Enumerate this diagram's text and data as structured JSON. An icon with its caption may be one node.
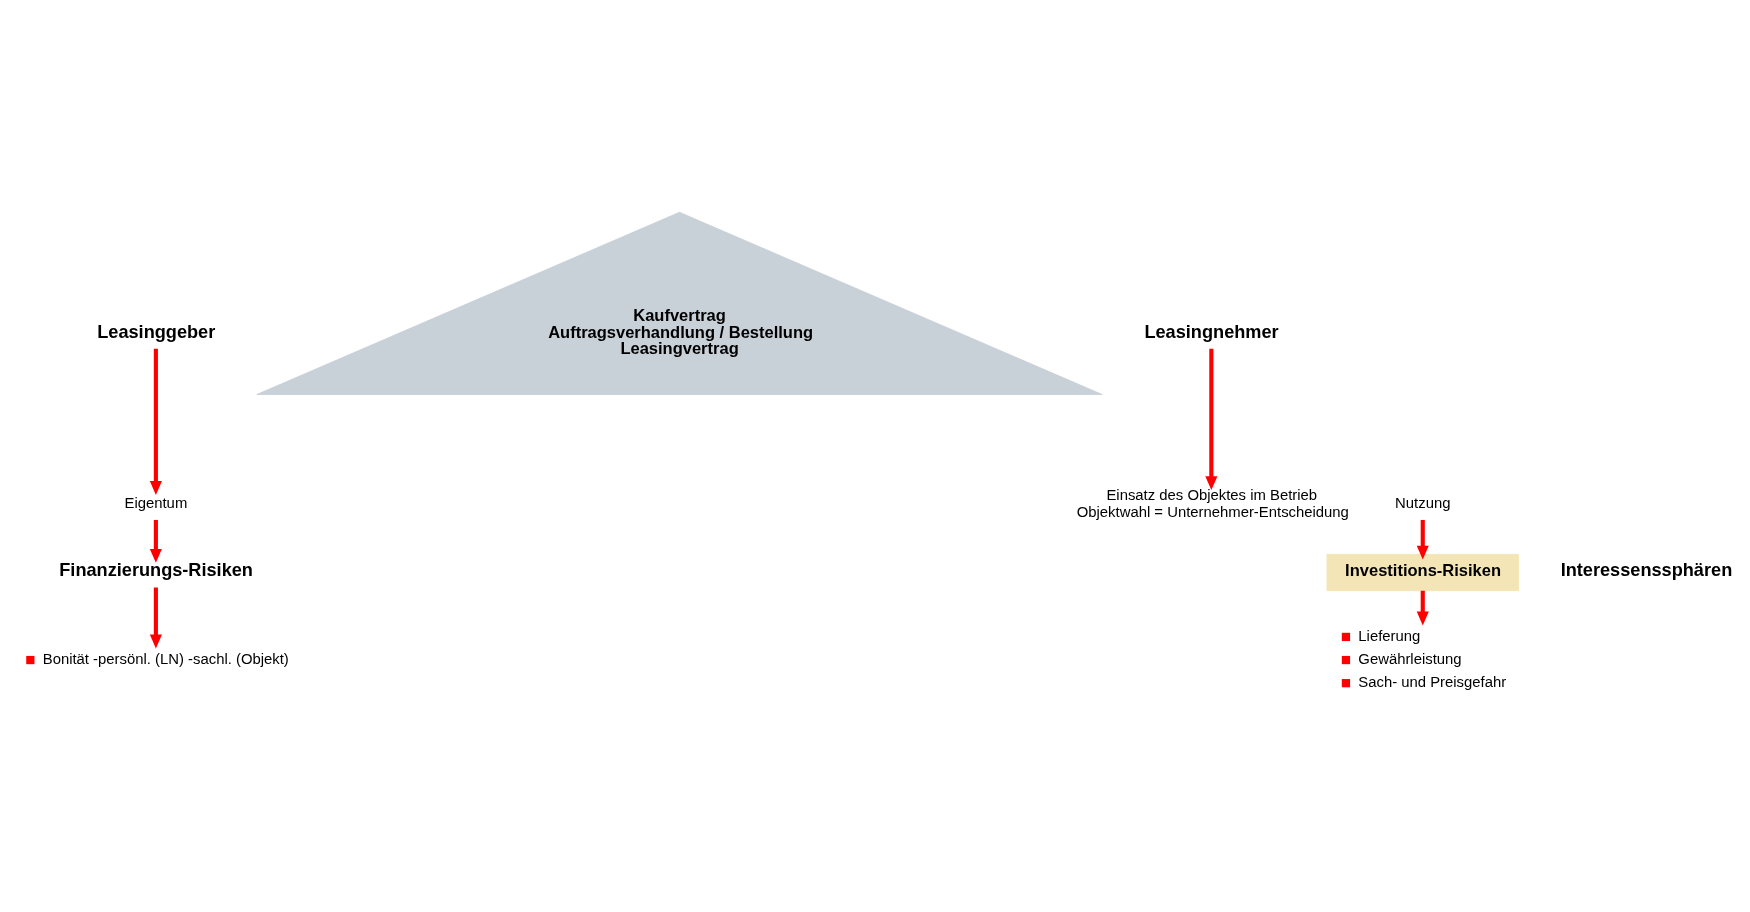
{
  "diagram": {
    "nodes": [
      {
        "text": [
          "Kaufvertrag",
          "Auftragsverhandlung / Bestellung",
          "Leasingvertrag"
        ]
      },
      {
        "text": [
          "Leasinggeber"
        ]
      },
      {
        "text": [
          "Eigentum"
        ]
      },
      {
        "text": [
          "Finanzierungs-Risiken"
        ]
      },
      {
        "text": [
          "Bonität -persönl. (LN) -sachl. (Objekt)"
        ]
      },
      {
        "text": [
          "Leasingnehmer"
        ]
      },
      {
        "text": [
          "Einsatz des Objektes im Betrieb",
          "Objektwahl = Unternehmer-Entscheidung"
        ]
      },
      {
        "text": [
          "Nutzung"
        ]
      },
      {
        "text": [
          "Investitions-Risiken"
        ]
      },
      {
        "text": [
          "Lieferung",
          "Gewährleistung",
          "Sach- und Preisgefahr"
        ]
      }
    ],
    "edges": [
      {
        "from": 1,
        "to": 2,
        "arrow": "to"
      },
      {
        "from": 2,
        "to": 3,
        "arrow": "to"
      },
      {
        "from": 3,
        "to": 4,
        "arrow": "to"
      },
      {
        "from": 5,
        "to": 6,
        "arrow": "to"
      },
      {
        "from": 7,
        "to": 8,
        "arrow": "to"
      },
      {
        "from": 8,
        "to": 9,
        "arrow": "to"
      }
    ],
    "labels": [
      "Interessenssphären"
    ]
  }
}
